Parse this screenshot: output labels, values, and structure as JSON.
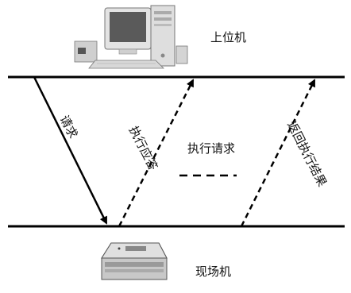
{
  "upper_label": "上位机",
  "lower_label": "现场机",
  "execute_request_label": "执行请求",
  "request_label": "请求",
  "exec_response_label": "执行应答",
  "return_result_label": "返回执行结果"
}
